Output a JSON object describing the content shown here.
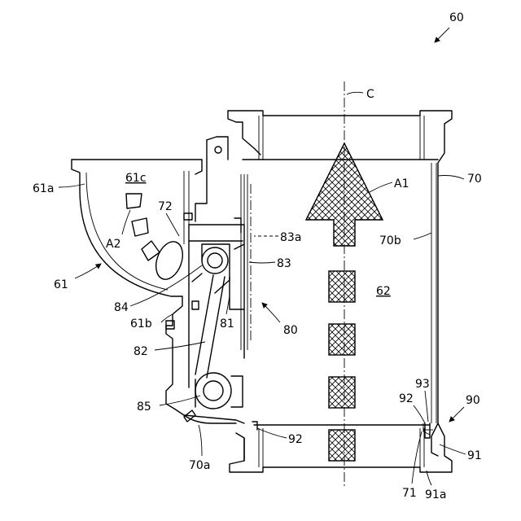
{
  "labels": {
    "n60": "60",
    "C": "C",
    "n61c": "61c",
    "n61a": "61a",
    "A2": "A2",
    "n72": "72",
    "n61": "61",
    "n84": "84",
    "n61b": "61b",
    "n82": "82",
    "n85": "85",
    "n70a": "70a",
    "A1": "A1",
    "n70": "70",
    "n83a": "83a",
    "n70b": "70b",
    "n83": "83",
    "n62": "62",
    "n81": "81",
    "n80": "80",
    "n92a": "92",
    "n93": "93",
    "n92b": "92",
    "n90": "90",
    "n91": "91",
    "n71": "71",
    "n91a": "91a"
  }
}
